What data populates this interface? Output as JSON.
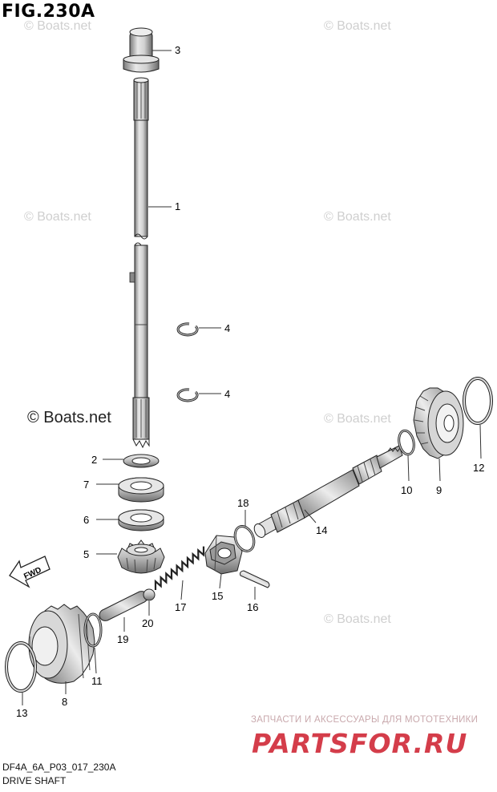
{
  "figure": {
    "title": "FIG.230A",
    "code": "DF4A_6A_P03_017_230A",
    "caption": "DRIVE SHAFT"
  },
  "watermark": {
    "text": "© Boats.net"
  },
  "shop_banner": {
    "subtitle": "ЗАПЧАСТИ И АКСЕССУАРЫ ДЛЯ МОТОТЕХНИКИ",
    "logo": "PARTSFOR.RU",
    "color": "#d43d4a"
  },
  "direction_arrow": {
    "label": "FWD"
  },
  "callouts": [
    "3",
    "1",
    "4",
    "4",
    "2",
    "7",
    "6",
    "5",
    "18",
    "14",
    "10",
    "9",
    "12",
    "15",
    "16",
    "17",
    "20",
    "19",
    "11",
    "8",
    "13"
  ]
}
